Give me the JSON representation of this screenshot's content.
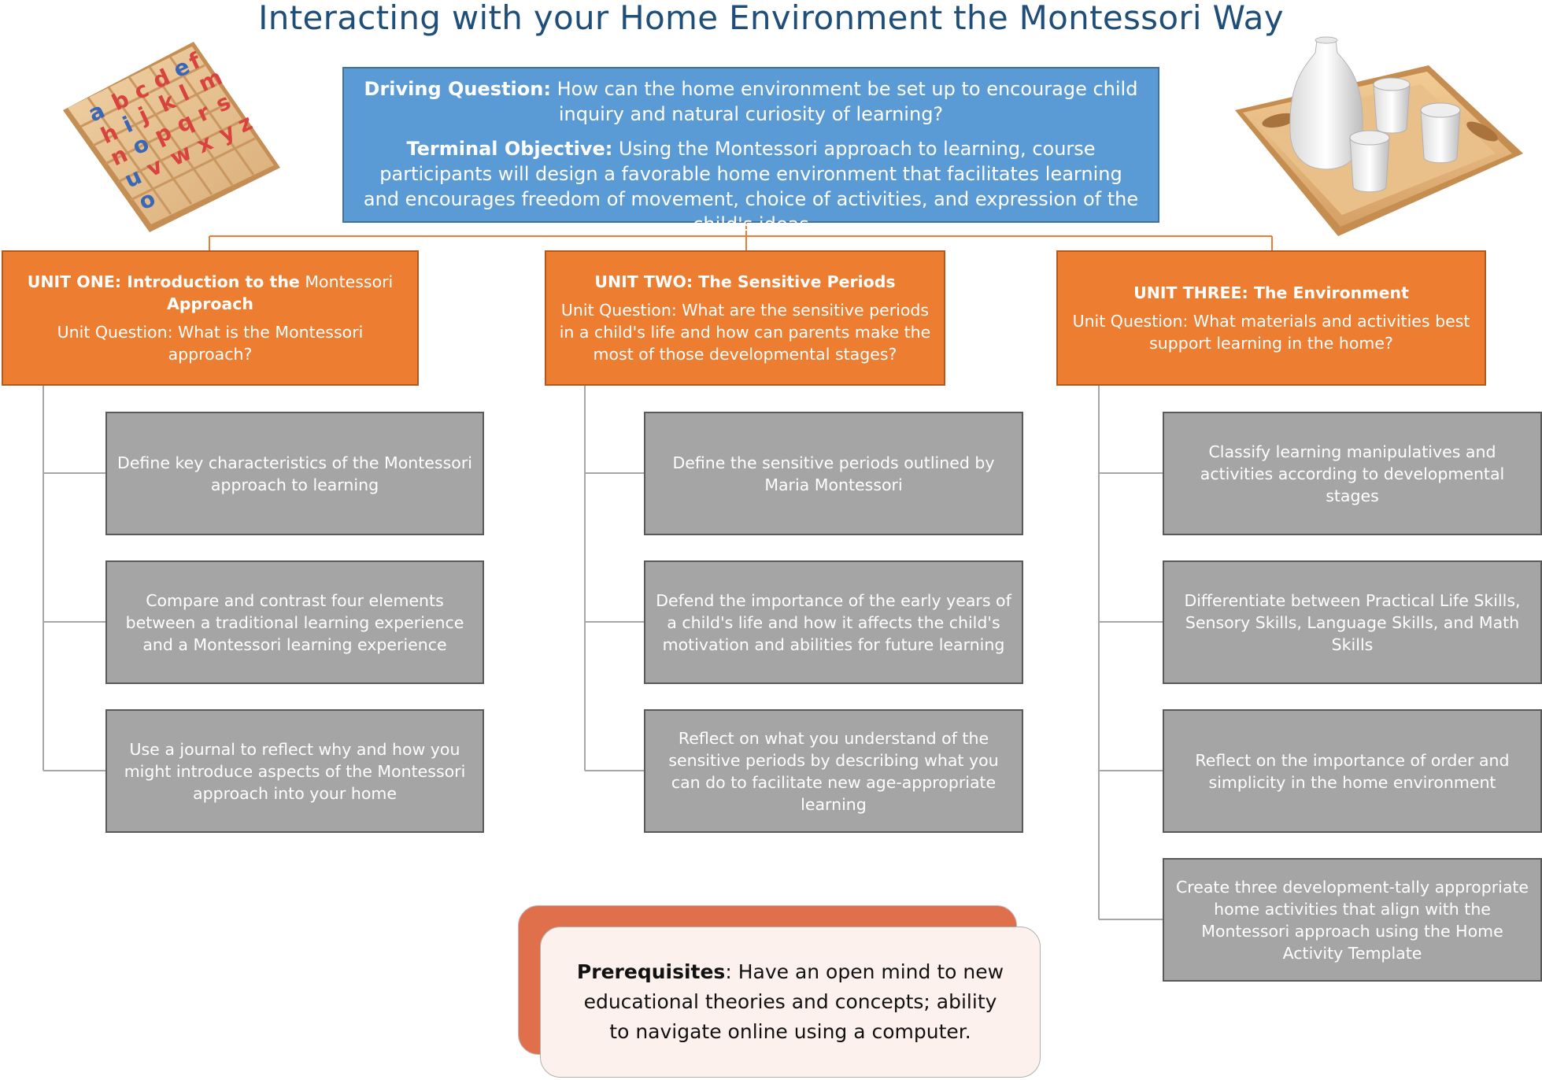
{
  "title": "Interacting with your Home Environment the Montessori Way",
  "driving": {
    "q_label": "Driving Question:",
    "q_text": " How can the home environment be set up to encourage child inquiry and natural curiosity of learning?",
    "o_label": "Terminal Objective:",
    "o_text": " Using the Montessori approach to learning, course participants will design a favorable home environment that facilitates learning and encourages freedom of movement, choice of activities, and expression of the child's ideas"
  },
  "units": [
    {
      "title_bold": "UNIT ONE: Introduction to the",
      "title_rest": " Montessori ",
      "title_bold2": "Approach",
      "question": "Unit Question: What is the Montessori approach?",
      "objectives": [
        "Define key characteristics of the Montessori approach to learning",
        "Compare and contrast four elements between a traditional learning experience and a Montessori learning experience",
        "Use a journal to reflect  why and how you might introduce aspects of the Montessori approach into your home"
      ]
    },
    {
      "title_bold": "UNIT TWO: The Sensitive Periods",
      "question": "Unit Question: What are the sensitive periods in a child's life and how can parents make the most of those developmental stages?",
      "objectives": [
        "Define the sensitive periods outlined by Maria Montessori",
        "Defend the importance of the early years of a child's life and how it affects the child's motivation and abilities for future learning",
        "Reflect on what you understand of the sensitive periods by describing what you can do to facilitate new age-appropriate learning"
      ]
    },
    {
      "title_bold": "UNIT THREE: The Environment",
      "question": "Unit Question: What materials and activities best support learning in the home?",
      "objectives": [
        "Classify learning manipulatives and activities according to developmental stages",
        "Differentiate between Practical Life Skills, Sensory Skills, Language Skills, and Math Skills",
        "Reflect on the importance of order and simplicity in the home environment",
        "Create three development-tally appropriate home activities that align with the Montessori approach using the Home Activity Template"
      ]
    }
  ],
  "prereq": {
    "label": "Prerequisites",
    "text": ": Have an open mind to new educational theories and concepts; ability to navigate online using a computer."
  },
  "images": {
    "left": "letters-box-icon",
    "right": "tray-pitcher-cups-icon"
  },
  "colors": {
    "title": "#1f4e79",
    "driving_fill": "#5b9bd5",
    "unit_fill": "#ed7d31",
    "objective_fill": "#a5a5a5",
    "prereq_back": "#e0704b",
    "prereq_front": "#fcf1ed"
  }
}
